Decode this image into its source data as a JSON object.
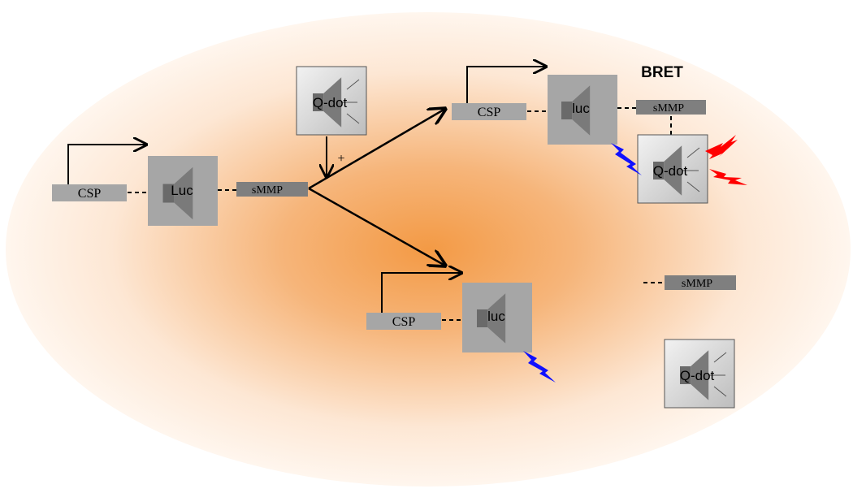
{
  "title": "BRET",
  "colors": {
    "background_center": "#f39a45",
    "background_edge": "#ffffff",
    "box_gray": "#a6a6a6",
    "dark_gray": "#7f7f7f",
    "qdot_fill": "#d0d0d0",
    "emission_blue": "#1010ff",
    "emission_red": "#ff0000"
  },
  "labels": {
    "csp": "CSP",
    "luc_main": "Luc",
    "luc": "luc",
    "smmp": "sMMP",
    "qdot": "Q-dot",
    "plus": "+"
  },
  "icons": [
    "speaker-icon",
    "lightning-icon",
    "promoter-arrow-icon"
  ]
}
